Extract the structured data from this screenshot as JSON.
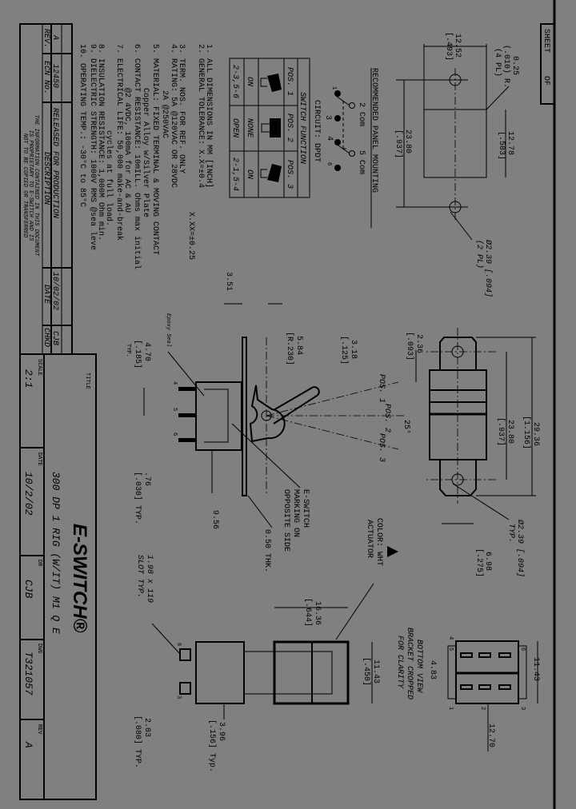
{
  "sheet": {
    "sheet_label": "SHEET",
    "of_label": "OF"
  },
  "notes": [
    "1. ALL DIMENSIONS IN MM [INCH]",
    "2. GENERAL TOLERANCE: X.X=±0.4",
    "X.XX=±0.25",
    "3. TERM. NOS. FOR REF. ONLY",
    "4. RATING: 5A @120VAC OR 28VDC",
    "2A @250VAC",
    "5. MATERIAL: FIXED TERMINAL & MOVING CONTACT",
    "Copper Alloy w/Silver Plate",
    "6. CONTACT RESISTANCE: 10mILL. Ohms max initial",
    "@2 4VDC, 100mA for AC & AU",
    "7. ELECTRICAL LIFE: 50,000 make-and-break",
    "cycles at full load.",
    "8. INSULATION RESISTANCE: 1,000M Ohm min.",
    "9. DIELECTRIC STRENGTH: 1000V RMS @sea leve",
    "10. OPERATING TEMP.: -30°C to 85°C"
  ],
  "revision": {
    "headers": [
      "REV.",
      "ECN No.",
      "DESCRIPTION",
      "DATE",
      "CHKD"
    ],
    "row": [
      "A",
      "12450",
      "RELEASED FOR PRODUCTION",
      "10/02/02",
      "CJB"
    ],
    "notice": [
      "THE INFORMATION CONTAINED IN THIS DOCUMENT",
      "IS PROPRIETARY TO E-SWITCH AND IS",
      "NOT TO BE COPIED OR TRANSFERRED"
    ]
  },
  "title_block": {
    "title_label": "TITLE",
    "title": "300 DP 1 RIG (W/IT) M1 Q E",
    "logo": "E-SWITCH®",
    "scale_label": "SCALE",
    "scale": "2:1",
    "date_label": "DATE",
    "date": "10/2/02",
    "dr_label": "DR",
    "dr": "CJB",
    "dwg_label": "DWG",
    "dwg": "T321057",
    "rev_label": "REV",
    "rev": "A"
  },
  "switch_function": {
    "title": "SWITCH FUNCTION",
    "positions": [
      "POS. 1",
      "POS. 2",
      "POS. 3"
    ],
    "states": [
      "ON",
      "NONE",
      "ON"
    ],
    "circuits": [
      "2-3,5-6",
      "OPEN",
      "2-1,5-4"
    ]
  },
  "circuit": {
    "label": "CIRCUIT: DPDT",
    "pins": [
      "1",
      "2 Com",
      "3",
      "4",
      "5 Com",
      "6"
    ]
  },
  "panel_mounting": {
    "title": "RECOMMENDED PANEL MOUNTING",
    "dims": [
      "12.52",
      "[.493]",
      "0.25",
      "(.010) R.",
      "(4 PL)",
      "12.78",
      "[.503]",
      "23.80",
      "[.937]",
      "Ø2.39 [.094]",
      "(2 PL)"
    ]
  },
  "front_view": {
    "dims": [
      "29.36",
      "[1.156]",
      "23.80",
      "[.937]",
      "2.36",
      "[.093]",
      "Ø2.39 [.094]",
      "TYP.",
      "6.98",
      "[.275]"
    ]
  },
  "side_view": {
    "dims": [
      "3.51",
      "5.84",
      "[R.230]",
      "3.18",
      "[.125]",
      "Epoxy Seal",
      "4.70",
      "[.185]",
      "TYP.",
      ".76",
      "[.030] TYP.",
      "9.56",
      "0.50 THK.",
      "E-SWITCH",
      "MARKING ON",
      "OPPOSITE SIDE",
      "POS. 1",
      "POS. 2",
      "POS. 3",
      "25°"
    ],
    "terminals": [
      "4",
      "5",
      "6"
    ]
  },
  "end_view": {
    "dims": [
      "COLOR: WHT",
      "ACTUATOR",
      "1.98 x 119",
      "SLOT TYP.",
      "16.36",
      "[.644]",
      "11.43",
      "[.450]",
      "3.96",
      "[.156] Typ.",
      "2.03",
      "[.080] TYP."
    ],
    "terminals": [
      "6",
      "3"
    ]
  },
  "bottom_view": {
    "caption": [
      "BOTTOM VIEW",
      "BRACKET CROPPED",
      "FOR CLARITY"
    ],
    "dims": [
      "11.43",
      "4.83",
      "12.70"
    ],
    "terminals": [
      "4",
      "5",
      "6",
      "1",
      "2",
      "3"
    ]
  }
}
